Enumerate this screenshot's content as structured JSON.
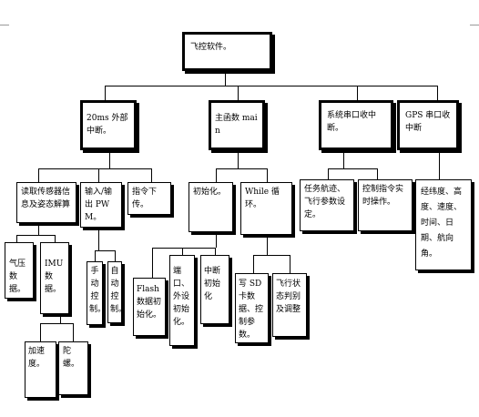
{
  "root": "飞控软件。",
  "level1": {
    "interrupt_20ms": "20ms 外部中断。",
    "main_function": "主函数 main",
    "system_serial": "系统串口收中断。",
    "gps_serial": "GPS 串口收中断"
  },
  "interrupt_children": {
    "read_sensors": "读取传感器信息及姿态解算",
    "io_pwm": "输入/输出 PWM。",
    "command": "指令下传。"
  },
  "sensor_children": {
    "barometer": "气压数据。",
    "imu": "IMU 数据。"
  },
  "imu_children": {
    "accelerometer": "加速度。",
    "gyroscope": "陀螺。"
  },
  "pwm_children": {
    "manual_control": "手动控制。",
    "auto_control": "自动控制。"
  },
  "main_children": {
    "init": "初始化。",
    "while_loop": "While 循环。"
  },
  "init_children": {
    "flash_init": "Flash 数据初始化。",
    "port_init": "端口、外设初始化。",
    "interrupt_init": "中断初始化"
  },
  "while_children": {
    "write_data": "写 SD 卡数据、控制参数。",
    "flight_state": "飞行状态判别及调整"
  },
  "system_serial_children": {
    "task_receive": "任务航迹、飞行参数设定。",
    "control_cmd": "控制指令实时操作。"
  },
  "gps_children": {
    "gps_data": "经纬度、高度、速度、时间、日期、航向角。"
  }
}
